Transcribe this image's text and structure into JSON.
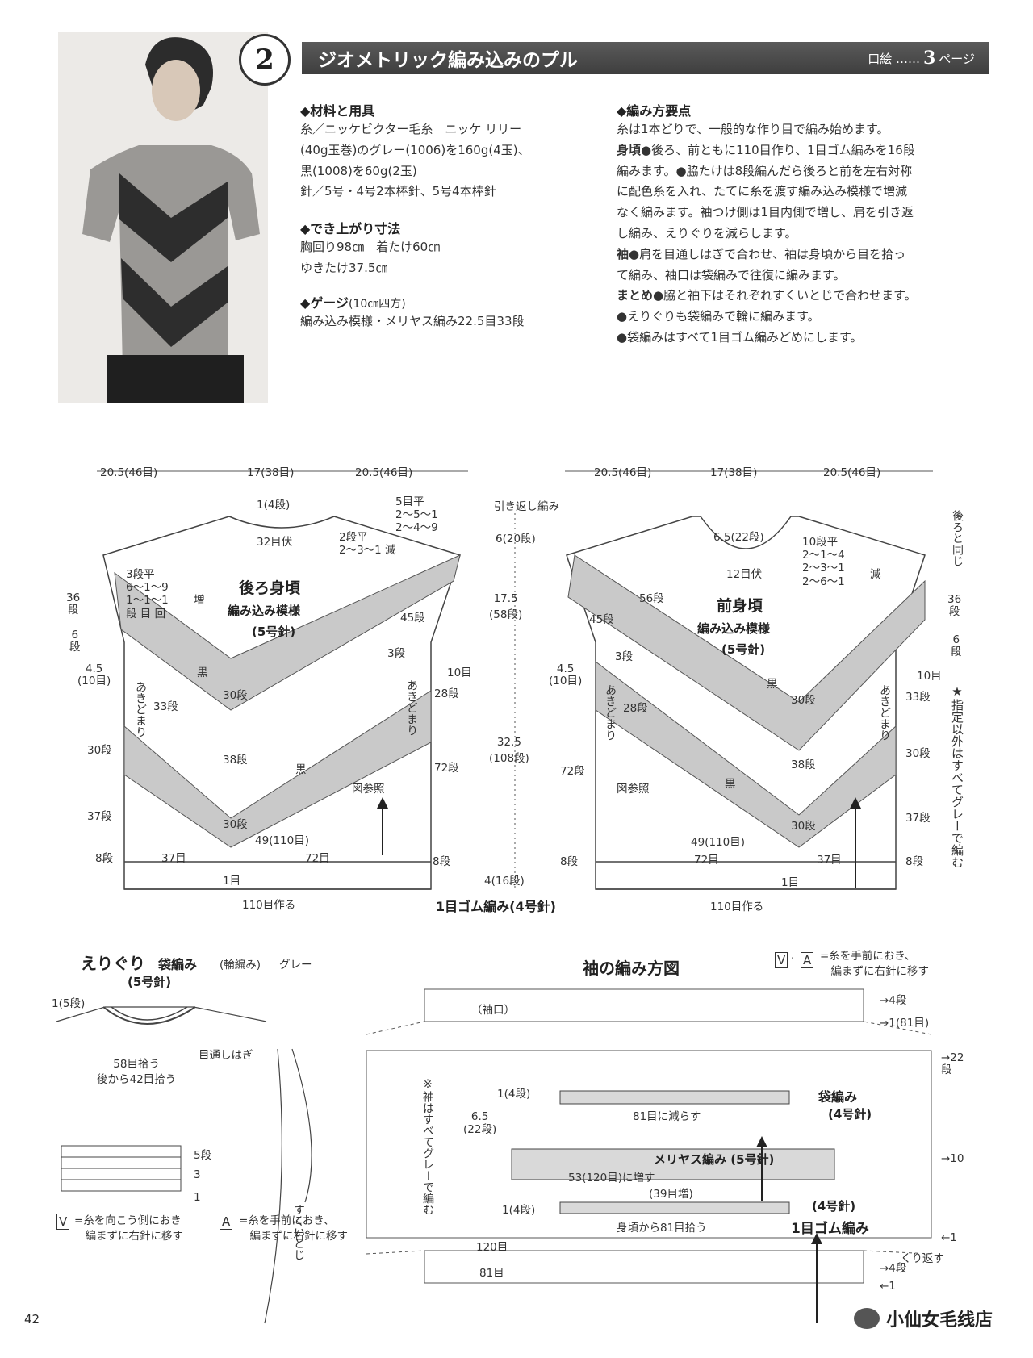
{
  "header": {
    "number": "2",
    "title": "ジオメトリック編み込みのプル",
    "ref_label": "口絵 …… ",
    "ref_num": "3",
    "ref_unit": "ページ"
  },
  "materials": {
    "heading": "◆材料と用具",
    "lines": "糸／ニッケビクター毛糸　ニッケ リリー\n(40g玉巻)のグレー(1006)を160g(4玉)、\n黒(1008)を60g(2玉)\n針／5号・4号2本棒針、5号4本棒針"
  },
  "size": {
    "heading": "◆でき上がり寸法",
    "lines": "胸回り98㎝　着たけ60㎝\nゆきたけ37.5㎝"
  },
  "gauge": {
    "heading": "◆ゲージ",
    "heading_note": "(10㎝四方)",
    "lines": "編み込み模様・メリヤス編み22.5目33段"
  },
  "method": {
    "heading": "◆編み方要点",
    "intro": "糸は1本どりで、一般的な作り目で編み始めます。",
    "body_key": "身頃●",
    "body_text": "後ろ、前ともに110目作り、1目ゴム編みを16段\n編みます。●脇たけは8段編んだら後ろと前を左右対称\nに配色糸を入れ、たてに糸を渡す編み込み模様で増減\nなく編みます。袖つけ側は1目内側で増し、肩を引き返\nし編み、えりぐりを減らします。",
    "sleeve_key": "袖●",
    "sleeve_text": "肩を目通しはぎで合わせ、袖は身頃から目を拾っ\nて編み、袖口は袋編みで往復に編みます。",
    "finish_key": "まとめ●",
    "finish_text": "脇と袖下はそれぞれすくいとじで合わせます。\n●えりぐりも袋編みで輪に編みます。\n●袋編みはすべて1目ゴム編みどめにします。"
  },
  "back_diagram": {
    "title": "後ろ身頃",
    "pattern": "編み込み模様",
    "needle": "(5号針)",
    "dims_top": [
      "20.5(46目)",
      "17(38目)",
      "20.5(46目)"
    ],
    "neck": "32目伏",
    "neck_top": "1(4段)",
    "shoulder_a": "5目平\n2～5～1\n2～4～9",
    "shoulder_b": "2段平\n2～3～1 減",
    "short_rows": "引き返し編み",
    "shoulder_h": "6(20段)",
    "armhole_h": "17.5\n(58段)",
    "body_h": "32.5\n(108段)",
    "rib_h": "4(16段)",
    "inc_note": "3段平\n6～1～9\n1～1～1\n段 目 回",
    "inc_label": "増",
    "rows_36": "36\n段",
    "rows_6": "6\n段",
    "side_w": "4.5\n(10目)",
    "black": "黒",
    "rows_45": "45段",
    "rows_3": "3段",
    "rows_10": "10目",
    "rows_28": "28段",
    "rows_30a": "30段",
    "rows_33": "33段",
    "rows_30b": "30段",
    "rows_38": "38段",
    "rows_72": "72段",
    "rows_30c": "30段",
    "rows_37": "37段",
    "rows_8a": "8段",
    "rows_8b": "8段",
    "see_chart": "図参照",
    "center_49": "49(110目)",
    "st_37": "37目",
    "st_72": "72目",
    "st_1": "1目",
    "cast_on": "110目作る",
    "open_stop": "あきどまり",
    "rib": "1目ゴム編み(4号針)"
  },
  "front_diagram": {
    "title": "前身頃",
    "pattern": "編み込み模様",
    "needle": "(5号針)",
    "dims_top": [
      "20.5(46目)",
      "17(38目)",
      "20.5(46目)"
    ],
    "neck_depth": "6.5(22段)",
    "neck_bind": "12目伏",
    "neck_dec": "10段平\n2～1～4\n2～3～1\n2～6～1",
    "dec_label": "減",
    "same_as_back": "後ろと同じ",
    "rows_56": "56段",
    "rows_45": "45段",
    "rows_3": "3段",
    "side_w": "4.5\n(10目)",
    "rows_28": "28段",
    "rows_72": "72段",
    "black": "黒",
    "rows_30a": "30段",
    "rows_38": "38段",
    "rows_30b": "30段",
    "rows_36": "36\n段",
    "rows_6": "6\n段",
    "rows_10": "10目",
    "rows_33": "33段",
    "rows_30c": "30段",
    "rows_37": "37段",
    "rows_8a": "8段",
    "rows_8b": "8段",
    "see_chart": "図参照",
    "center_49": "49(110目)",
    "st_72": "72目",
    "st_37": "37目",
    "st_1": "1目",
    "cast_on": "110目作る",
    "open_stop": "あきどまり",
    "note_vertical": "★指定以外はすべてグレーで編む"
  },
  "neckline": {
    "title": "えりぐり",
    "method": "袋編み",
    "method_note": "(輪編み)",
    "color": "グレー",
    "needle": "(5号針)",
    "rows": "1(5段)",
    "pickup": "58目拾う\n後から42目拾う",
    "join": "目通しはぎ",
    "sew": "すくいとじ",
    "chart_rows": [
      "5段",
      "3",
      "1"
    ],
    "legend_v": "=糸を向こう側におき\n　編まずに右針に移す",
    "legend_a": "=糸を手前におき、\n　編まずに右針に移す"
  },
  "sleeve": {
    "title": "袖の編み方図",
    "legend": "=糸を手前におき、\n　編まずに右針に移す",
    "cuff": "（袖口）",
    "rows_4": "→4段",
    "rows_1_81": "→1(81目)",
    "rows_22": "→22\n段",
    "rows_10": "→10",
    "rows_1": "←1",
    "repeat": "くり返す",
    "rows_4b": "→4段",
    "rows_1b": "←1",
    "st_120": "120目",
    "st_81": "81目",
    "note_vertical": "※袖はすべてグレーで編む",
    "tube": "袋編み",
    "tube_needle": "(4号針)",
    "reduce": "81目に減らす",
    "stockinette": "メリヤス編み (5号針)",
    "increase": "53(120目)に増す",
    "increase_note": "(39目増)",
    "rib_needle": "(4号針)",
    "rib": "1目ゴム編み",
    "pickup": "身頃から81目拾う",
    "dim_1a": "1(4段)",
    "dim_65": "6.5\n(22段)",
    "dim_1b": "1(4段)"
  },
  "footer": {
    "page": "42",
    "watermark": "小仙女毛线店"
  }
}
